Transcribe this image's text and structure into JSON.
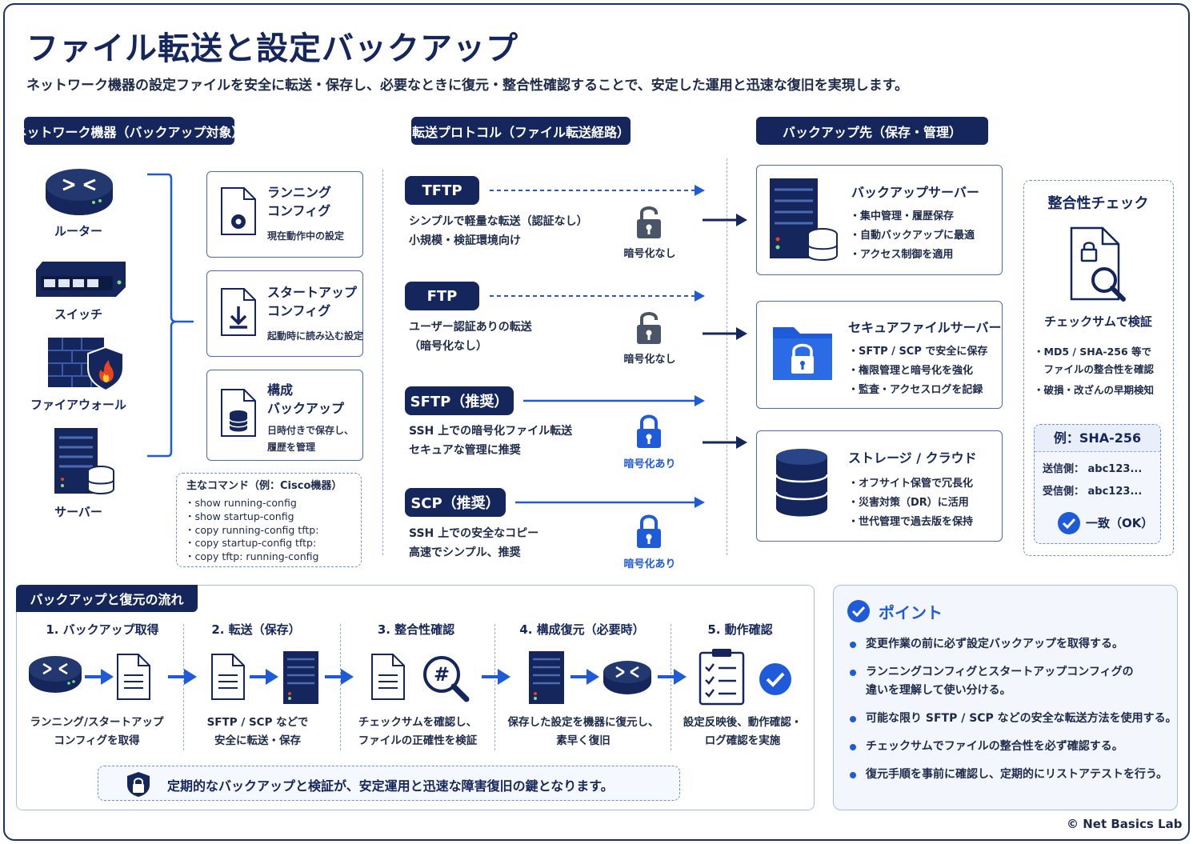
{
  "title": "ファイル転送と設定バックアップ",
  "subtitle": "ネットワーク機器の設定ファイルを安全に転送・保存し、必要なときに復元・整合性確認することで、安定した運用と迅速な復旧を実現します。",
  "devices": {
    "header": "ネットワーク機器（バックアップ対象）",
    "items": [
      "ルーター",
      "スイッチ",
      "ファイアウォール",
      "サーバー"
    ]
  },
  "configs": [
    {
      "title1": "ランニング",
      "title2": "コンフィグ",
      "desc1": "現在動作中の設定",
      "desc2": ""
    },
    {
      "title1": "スタートアップ",
      "title2": "コンフィグ",
      "desc1": "起動時に読み込む設定",
      "desc2": ""
    },
    {
      "title1": "構成",
      "title2": "バックアップ",
      "desc1": "日時付きで保存し、",
      "desc2": "履歴を管理"
    }
  ],
  "commands": {
    "title": "主なコマンド（例：Cisco機器）",
    "lines": [
      "・show running-config",
      "・show startup-config",
      "・copy running-config tftp:",
      "・copy startup-config tftp:",
      "・copy tftp: running-config"
    ]
  },
  "protocols": {
    "header": "転送プロトコル（ファイル転送経路）",
    "items": [
      {
        "name": "TFTP",
        "desc1": "シンプルで軽量な転送（認証なし）",
        "desc2": "小規模・検証環境向け",
        "lock": "暗号化なし",
        "secure": false
      },
      {
        "name": "FTP",
        "desc1": "ユーザー認証ありの転送",
        "desc2": "（暗号化なし）",
        "lock": "暗号化なし",
        "secure": false
      },
      {
        "name": "SFTP（推奨）",
        "desc1": "SSH 上での暗号化ファイル転送",
        "desc2": "セキュアな管理に推奨",
        "lock": "暗号化あり",
        "secure": true
      },
      {
        "name": "SCP（推奨）",
        "desc1": "SSH 上での安全なコピー",
        "desc2": "高速でシンプル、推奨",
        "lock": "暗号化あり",
        "secure": true
      }
    ]
  },
  "backup": {
    "header": "バックアップ先（保存・管理）",
    "items": [
      {
        "title": "バックアップサーバー",
        "bullets": [
          "・集中管理・履歴保存",
          "・自動バックアップに最適",
          "・アクセス制御を適用"
        ]
      },
      {
        "title": "セキュアファイルサーバー",
        "bullets": [
          "・SFTP / SCP で安全に保存",
          "・権限管理と暗号化を強化",
          "・監査・アクセスログを記録"
        ]
      },
      {
        "title": "ストレージ / クラウド",
        "bullets": [
          "・オフサイト保管で冗長化",
          "・災害対策（DR）に活用",
          "・世代管理で過去版を保持"
        ]
      }
    ]
  },
  "integrity": {
    "title": "整合性チェック",
    "method": "チェックサムで検証",
    "bullets": [
      "・MD5 / SHA-256 等で",
      "　ファイルの整合性を確認",
      "・破損・改ざんの早期検知"
    ],
    "example_title": "例：SHA-256",
    "sender": "送信側： abc123...",
    "receiver": "受信側： abc123...",
    "result": "一致（OK）"
  },
  "flow": {
    "header": "バックアップと復元の流れ",
    "steps": [
      {
        "title": "1. バックアップ取得",
        "d1": "ランニング/スタートアップ",
        "d2": "コンフィグを取得"
      },
      {
        "title": "2. 転送（保存）",
        "d1": "SFTP / SCP などで",
        "d2": "安全に転送・保存"
      },
      {
        "title": "3. 整合性確認",
        "d1": "チェックサムを確認し、",
        "d2": "ファイルの正確性を検証"
      },
      {
        "title": "4. 構成復元（必要時）",
        "d1": "保存した設定を機器に復元し、",
        "d2": "素早く復旧"
      },
      {
        "title": "5. 動作確認",
        "d1": "設定反映後、動作確認・",
        "d2": "ログ確認を実施"
      }
    ],
    "banner": "定期的なバックアップと検証が、安定運用と迅速な障害復旧の鍵となります。"
  },
  "points": {
    "title": "ポイント",
    "items": [
      "変更作業の前に必ず設定バックアップを取得する。",
      "ランニングコンフィグとスタートアップコンフィグの",
      "違いを理解して使い分ける。",
      "可能な限り SFTP / SCP などの安全な転送方法を使用する。",
      "チェックサムでファイルの整合性を必ず確認する。",
      "復元手順を事前に確認し、定期的にリストアテストを行う。"
    ]
  },
  "footer": "© Net Basics Lab",
  "colors": {
    "navy": "#15265c",
    "blue": "#1f5bd9",
    "border": "#4a6bb5"
  }
}
